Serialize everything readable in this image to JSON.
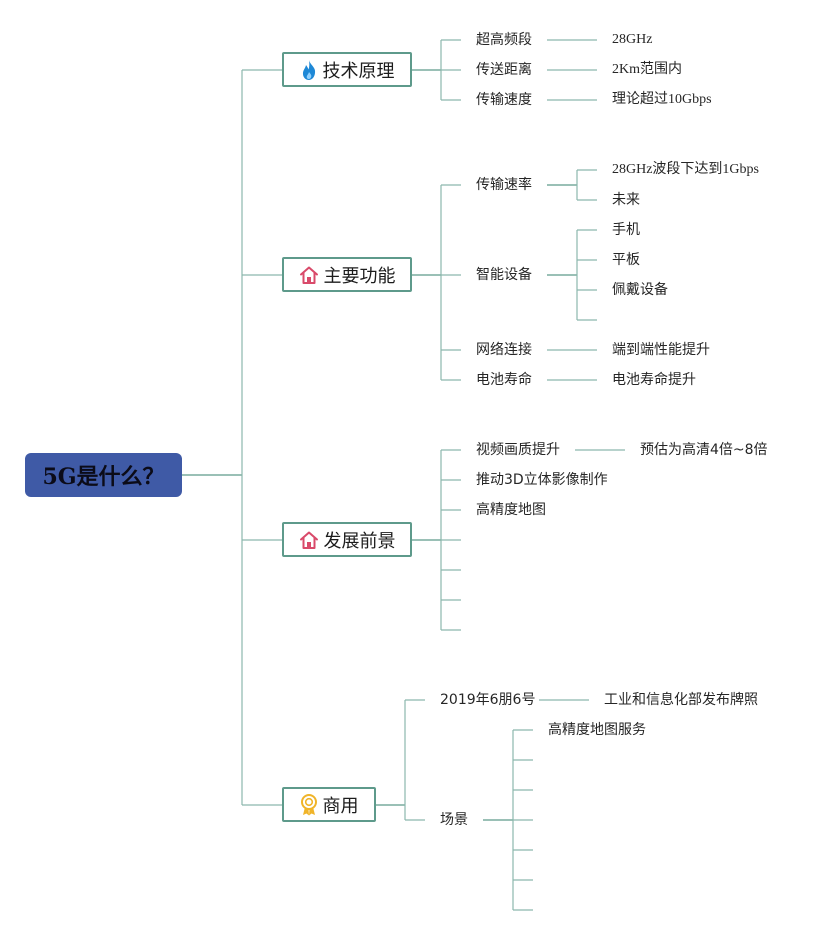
{
  "root": {
    "label": "5G是什么？"
  },
  "branches": [
    {
      "label": "技术原理",
      "icon": "fire-icon",
      "children": [
        {
          "label": "超高频段",
          "detail": "28GHz"
        },
        {
          "label": "传送距离",
          "detail": "2Km范围内"
        },
        {
          "label": "传输速度",
          "detail": "理论超过10Gbps"
        }
      ]
    },
    {
      "label": "主要功能",
      "icon": "house-icon",
      "children": [
        {
          "label": "传输速率",
          "details": [
            "28GHz波段下达到1Gbps",
            "未来"
          ]
        },
        {
          "label": "智能设备",
          "details": [
            "手机",
            "平板",
            "佩戴设备"
          ]
        },
        {
          "label": "网络连接",
          "detail": "端到端性能提升"
        },
        {
          "label": "电池寿命",
          "detail": "电池寿命提升"
        }
      ]
    },
    {
      "label": "发展前景",
      "icon": "house-icon",
      "children": [
        {
          "label": "视频画质提升",
          "detail": "预估为高清4倍~8倍"
        },
        {
          "label": "推动3D立体影像制作"
        },
        {
          "label": "高精度地图"
        }
      ]
    },
    {
      "label": "商用",
      "icon": "award-icon",
      "children": [
        {
          "label": "2019年6朋6号",
          "detail": "工业和信息化部发布牌照"
        },
        {
          "label": "场景",
          "details": [
            "高精度地图服务"
          ]
        }
      ]
    }
  ],
  "colors": {
    "root_fill": "#3f5aa6",
    "connector": "#8cb8ad",
    "branch_border": "#5e9a8b",
    "fire_icon": "#1e88d6",
    "house_icon": "#d94a6a",
    "award_icon": "#f0b429"
  }
}
